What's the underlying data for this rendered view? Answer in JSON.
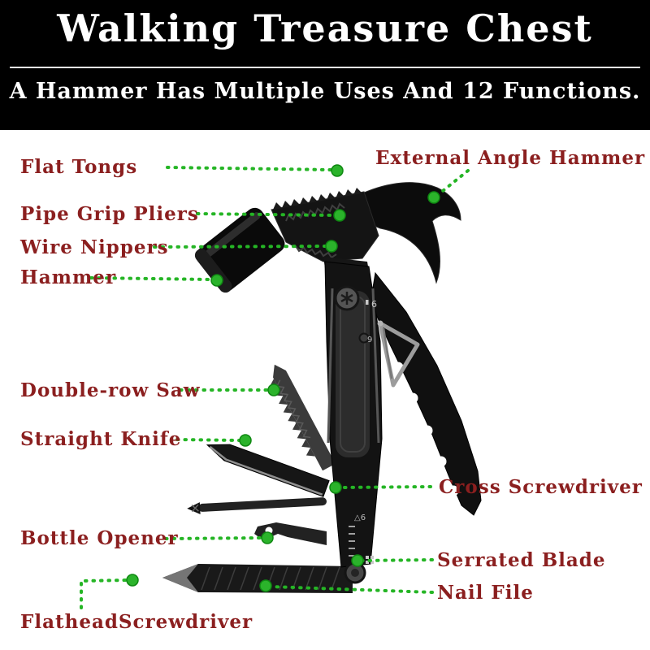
{
  "header": {
    "title": "Walking Treasure Chest",
    "subtitle": "A Hammer Has Multiple Uses And 12 Functions."
  },
  "callouts": [
    {
      "id": "flat-tongs",
      "label": "Flat Tongs"
    },
    {
      "id": "external-angle-hammer",
      "label": "External Angle Hammer"
    },
    {
      "id": "pipe-grip-pliers",
      "label": "Pipe Grip Pliers"
    },
    {
      "id": "wire-nippers",
      "label": "Wire Nippers"
    },
    {
      "id": "hammer",
      "label": "Hammer"
    },
    {
      "id": "double-row-saw",
      "label": "Double-row Saw"
    },
    {
      "id": "straight-knife",
      "label": "Straight Knife"
    },
    {
      "id": "cross-screwdriver",
      "label": "Cross Screwdriver"
    },
    {
      "id": "bottle-opener",
      "label": "Bottle Opener"
    },
    {
      "id": "serrated-blade",
      "label": "Serrated Blade"
    },
    {
      "id": "nail-file",
      "label": "Nail File"
    },
    {
      "id": "flathead-screwdriver",
      "label": "FlatheadScrewdriver"
    }
  ],
  "tool_markings": {
    "upper": "6",
    "middle": "9",
    "lower": "△6"
  },
  "colors": {
    "banner_background": "#000000",
    "page_background": "#ffffff",
    "header_text": "#ffffff",
    "label_text": "#8b1f1f",
    "leader_line": "#25b525",
    "dot_fill": "#2bb32b",
    "tool_body": "#141414"
  }
}
